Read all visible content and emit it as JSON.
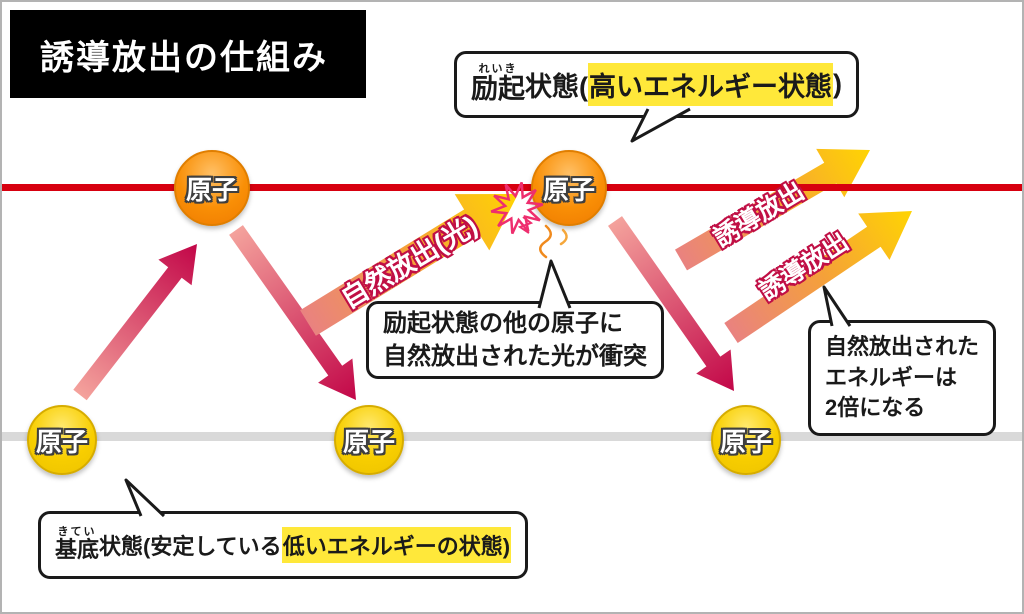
{
  "title": "誘導放出の仕組み",
  "atom_label": "原子",
  "bubbles": {
    "excited": {
      "ruby_base": "励起",
      "ruby_text": "れいき",
      "pre": "状態(",
      "highlight": "高いエネルギー状態",
      "post": ")"
    },
    "collision": {
      "line1": "励起状態の他の原子に",
      "line2": "自然放出された光が衝突"
    },
    "double_energy": {
      "line1": "自然放出された",
      "line2": "エネルギーは",
      "line3": "2倍になる"
    },
    "ground": {
      "ruby_base": "基底",
      "ruby_text": "きてい",
      "pre": "状態(安定している",
      "highlight": "低いエネルギーの状態)"
    }
  },
  "arrow_labels": {
    "spontaneous": "自然放出(光)",
    "stimulated_1": "誘導放出",
    "stimulated_2": "誘導放出"
  },
  "colors": {
    "excited_level_line": "#d7000f",
    "ground_level_line": "#d9d9d9",
    "crimson_arrow_dark": "#c20648",
    "crimson_arrow_light": "#f4a29c",
    "fire_arrow_tip": "#ffd402",
    "highlight": "#ffe83a",
    "excited_atom": "#f57c00",
    "ground_atom": "#f5c400",
    "title_bg": "#000000",
    "burst": "#ee2e6e"
  }
}
